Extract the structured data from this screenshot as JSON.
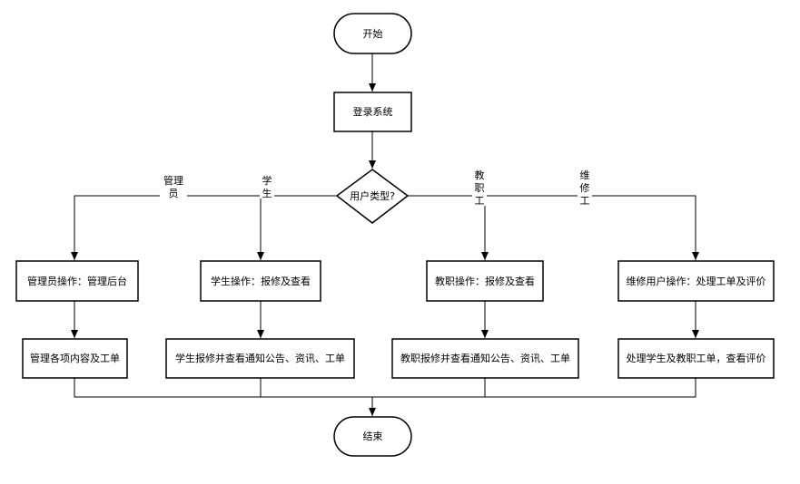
{
  "flowchart": {
    "start": "开始",
    "login": "登录系统",
    "decision": "用户类型?",
    "end": "结束",
    "branches": [
      {
        "label": [
          "管理",
          "员"
        ],
        "action": "管理员操作：管理后台",
        "detail": "管理各项内容及工单"
      },
      {
        "label": [
          "学",
          "生"
        ],
        "action": "学生操作：报修及查看",
        "detail": "学生报修并查看通知公告、资讯、工单"
      },
      {
        "label": [
          "教",
          "职",
          "工"
        ],
        "action": "教职操作：报修及查看",
        "detail": "教职报修并查看通知公告、资讯、工单"
      },
      {
        "label": [
          "维",
          "修",
          "工"
        ],
        "action": "维修用户操作：处理工单及评价",
        "detail": "处理学生及教职工单，查看评价"
      }
    ]
  }
}
